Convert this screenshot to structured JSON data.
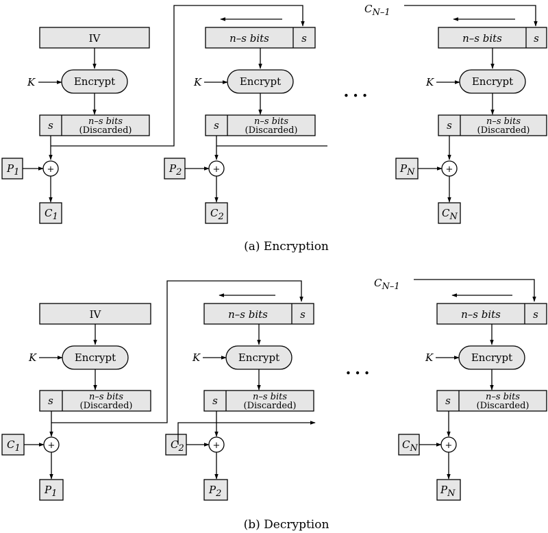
{
  "captions": {
    "encryption": "(a) Encryption",
    "decryption": "(b) Decryption"
  },
  "labels": {
    "iv": "IV",
    "encrypt": "Encrypt",
    "key": "K",
    "shift_register": "n–s bits",
    "s": "s",
    "selected_bits": "n–s bits",
    "discarded": "(Discarded)",
    "xor": "+",
    "prev_cipher": "C",
    "prev_cipher_sub": "N–1",
    "ellipsis": "• • •"
  },
  "encryption": {
    "inputs": [
      {
        "base": "P",
        "sub": "1"
      },
      {
        "base": "P",
        "sub": "2"
      },
      {
        "base": "P",
        "sub": "N"
      }
    ],
    "outputs": [
      {
        "base": "C",
        "sub": "1"
      },
      {
        "base": "C",
        "sub": "2"
      },
      {
        "base": "C",
        "sub": "N"
      }
    ]
  },
  "decryption": {
    "inputs": [
      {
        "base": "C",
        "sub": "1"
      },
      {
        "base": "C",
        "sub": "2"
      },
      {
        "base": "C",
        "sub": "N"
      }
    ],
    "outputs": [
      {
        "base": "P",
        "sub": "1"
      },
      {
        "base": "P",
        "sub": "2"
      },
      {
        "base": "P",
        "sub": "N"
      }
    ]
  }
}
